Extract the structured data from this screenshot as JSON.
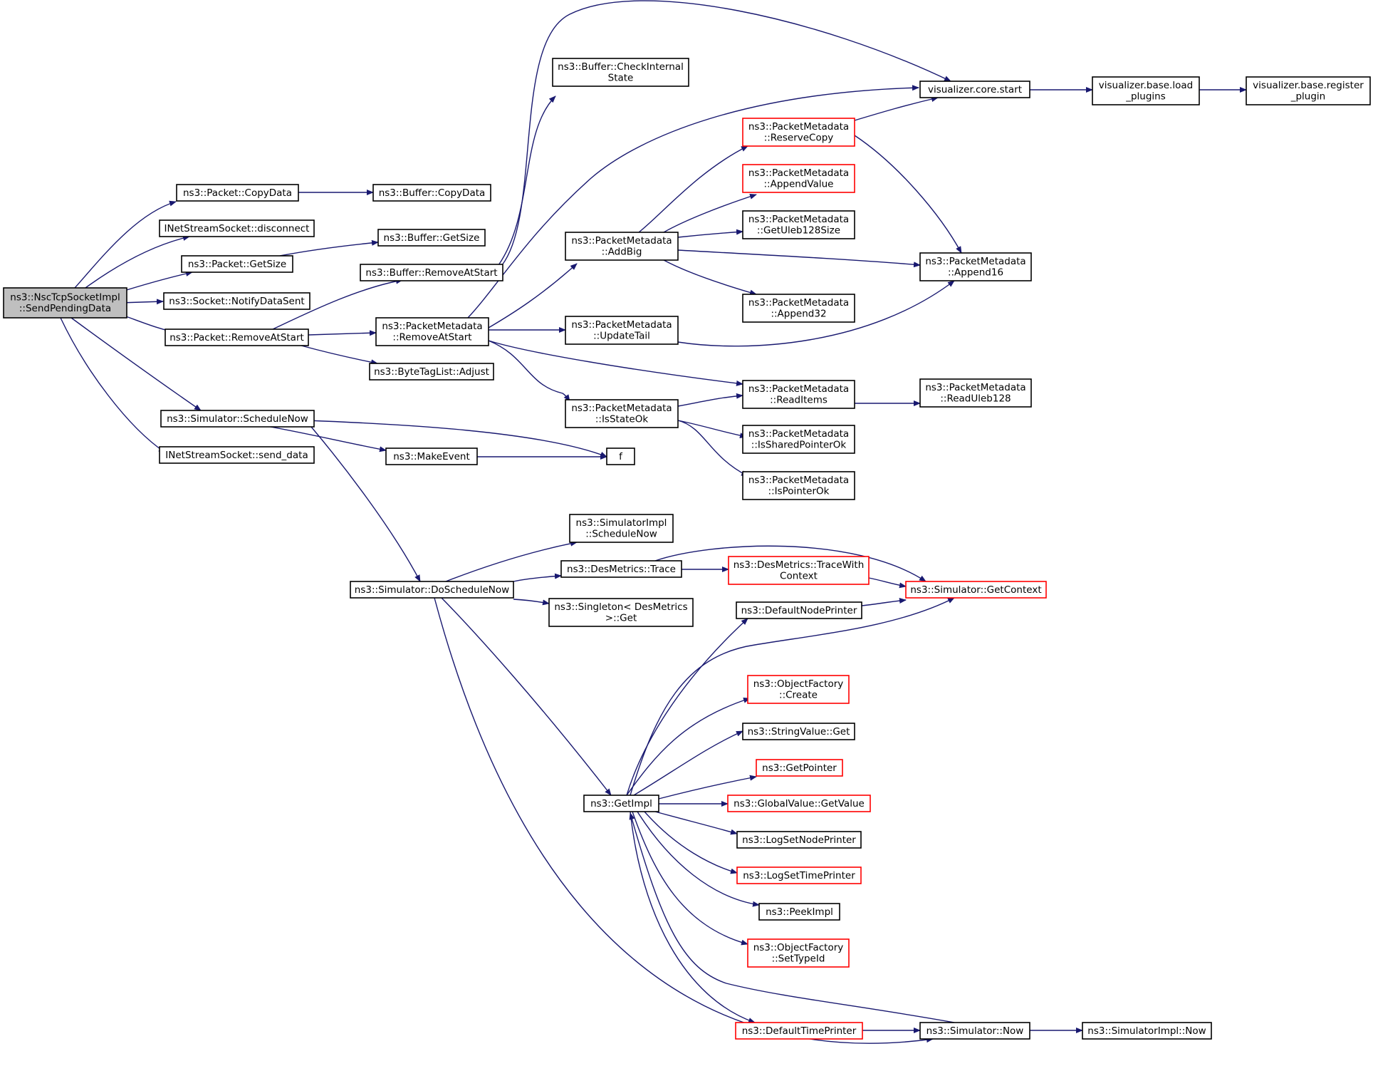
{
  "colors": {
    "edge": "#191970",
    "node_border": "#000000",
    "truncated_border": "#ff0000",
    "root_fill": "#bfbfbf"
  },
  "nodes": [
    {
      "id": "root",
      "lines": [
        "ns3::NscTcpSocketImpl",
        "::SendPendingData"
      ],
      "root": true
    },
    {
      "id": "copydata",
      "lines": [
        "ns3::Packet::CopyData"
      ]
    },
    {
      "id": "disconnect",
      "lines": [
        "INetStreamSocket::disconnect"
      ]
    },
    {
      "id": "pktgetsize",
      "lines": [
        "ns3::Packet::GetSize"
      ]
    },
    {
      "id": "notify",
      "lines": [
        "ns3::Socket::NotifyDataSent"
      ]
    },
    {
      "id": "pktremove",
      "lines": [
        "ns3::Packet::RemoveAtStart"
      ]
    },
    {
      "id": "schedulenow",
      "lines": [
        "ns3::Simulator::ScheduleNow"
      ]
    },
    {
      "id": "senddata",
      "lines": [
        "INetStreamSocket::send_data"
      ]
    },
    {
      "id": "bufcopy",
      "lines": [
        "ns3::Buffer::CopyData"
      ]
    },
    {
      "id": "bufgetsize",
      "lines": [
        "ns3::Buffer::GetSize"
      ]
    },
    {
      "id": "bufremove",
      "lines": [
        "ns3::Buffer::RemoveAtStart"
      ]
    },
    {
      "id": "bufcheck",
      "lines": [
        "ns3::Buffer::CheckInternal",
        "State"
      ]
    },
    {
      "id": "pmremove",
      "lines": [
        "ns3::PacketMetadata",
        "::RemoveAtStart"
      ]
    },
    {
      "id": "bytetag",
      "lines": [
        "ns3::ByteTagList::Adjust"
      ]
    },
    {
      "id": "makeevent",
      "lines": [
        "ns3::MakeEvent"
      ]
    },
    {
      "id": "f",
      "lines": [
        "f"
      ]
    },
    {
      "id": "doschedule",
      "lines": [
        "ns3::Simulator::DoScheduleNow"
      ]
    },
    {
      "id": "addbig",
      "lines": [
        "ns3::PacketMetadata",
        "::AddBig"
      ]
    },
    {
      "id": "updatetail",
      "lines": [
        "ns3::PacketMetadata",
        "::UpdateTail"
      ]
    },
    {
      "id": "isstateok",
      "lines": [
        "ns3::PacketMetadata",
        "::IsStateOk"
      ]
    },
    {
      "id": "reservecopy",
      "lines": [
        "ns3::PacketMetadata",
        "::ReserveCopy"
      ],
      "red": true
    },
    {
      "id": "appendvalue",
      "lines": [
        "ns3::PacketMetadata",
        "::AppendValue"
      ],
      "red": true
    },
    {
      "id": "getuleb",
      "lines": [
        "ns3::PacketMetadata",
        "::GetUleb128Size"
      ]
    },
    {
      "id": "append32",
      "lines": [
        "ns3::PacketMetadata",
        "::Append32"
      ]
    },
    {
      "id": "readitems",
      "lines": [
        "ns3::PacketMetadata",
        "::ReadItems"
      ]
    },
    {
      "id": "issharedptr",
      "lines": [
        "ns3::PacketMetadata",
        "::IsSharedPointerOk"
      ]
    },
    {
      "id": "isptrok",
      "lines": [
        "ns3::PacketMetadata",
        "::IsPointerOk"
      ]
    },
    {
      "id": "vizstart",
      "lines": [
        "visualizer.core.start"
      ]
    },
    {
      "id": "vizload",
      "lines": [
        "visualizer.base.load",
        "_plugins"
      ]
    },
    {
      "id": "vizreg",
      "lines": [
        "visualizer.base.register",
        "_plugin"
      ]
    },
    {
      "id": "append16",
      "lines": [
        "ns3::PacketMetadata",
        "::Append16"
      ]
    },
    {
      "id": "readuleb",
      "lines": [
        "ns3::PacketMetadata",
        "::ReadUleb128"
      ]
    },
    {
      "id": "simimplsched",
      "lines": [
        "ns3::SimulatorImpl",
        "::ScheduleNow"
      ]
    },
    {
      "id": "desmetrics",
      "lines": [
        "ns3::DesMetrics::Trace"
      ]
    },
    {
      "id": "singleton",
      "lines": [
        "ns3::Singleton< DesMetrics",
        ">::Get"
      ]
    },
    {
      "id": "tracewith",
      "lines": [
        "ns3::DesMetrics::TraceWith",
        "Context"
      ],
      "red": true
    },
    {
      "id": "getcontext",
      "lines": [
        "ns3::Simulator::GetContext"
      ],
      "red": true
    },
    {
      "id": "defnodeprinter",
      "lines": [
        "ns3::DefaultNodePrinter"
      ]
    },
    {
      "id": "ofcreate",
      "lines": [
        "ns3::ObjectFactory",
        "::Create"
      ],
      "red": true
    },
    {
      "id": "stringget",
      "lines": [
        "ns3::StringValue::Get"
      ]
    },
    {
      "id": "getpointer",
      "lines": [
        "ns3::GetPointer"
      ],
      "red": true
    },
    {
      "id": "globalget",
      "lines": [
        "ns3::GlobalValue::GetValue"
      ],
      "red": true
    },
    {
      "id": "getimpl",
      "lines": [
        "ns3::GetImpl"
      ]
    },
    {
      "id": "lognode",
      "lines": [
        "ns3::LogSetNodePrinter"
      ]
    },
    {
      "id": "logtime",
      "lines": [
        "ns3::LogSetTimePrinter"
      ],
      "red": true
    },
    {
      "id": "peekimpl",
      "lines": [
        "ns3::PeekImpl"
      ]
    },
    {
      "id": "ofsettype",
      "lines": [
        "ns3::ObjectFactory",
        "::SetTypeId"
      ],
      "red": true
    },
    {
      "id": "deftime",
      "lines": [
        "ns3::DefaultTimePrinter"
      ],
      "red": true
    },
    {
      "id": "simnow",
      "lines": [
        "ns3::Simulator::Now"
      ]
    },
    {
      "id": "simimplnow",
      "lines": [
        "ns3::SimulatorImpl::Now"
      ]
    }
  ]
}
